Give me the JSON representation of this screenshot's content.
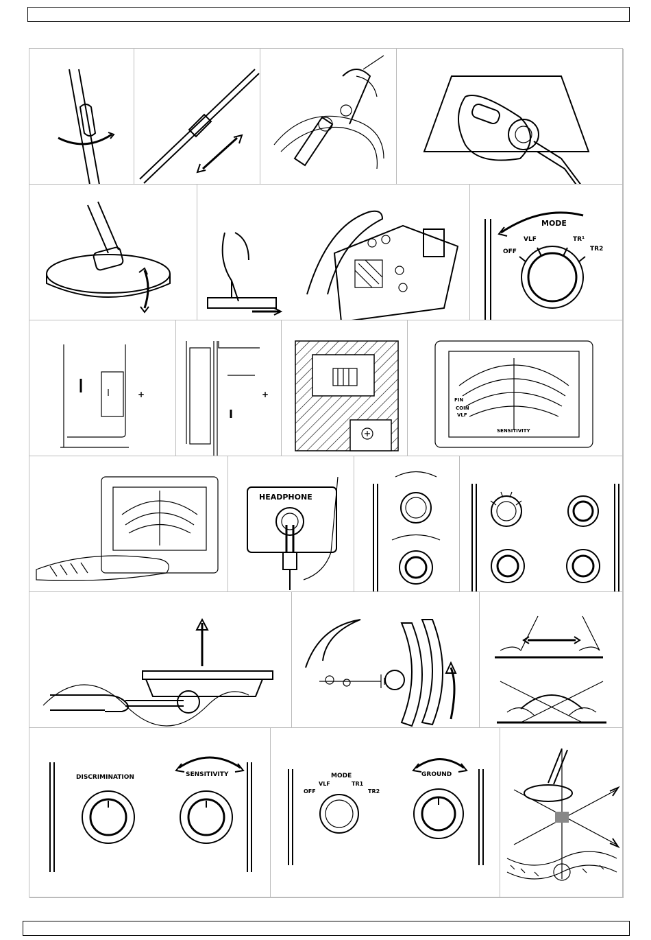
{
  "labels": {
    "mode": "MODE",
    "off": "OFF",
    "vlf": "VLF",
    "tr1": "TR¹",
    "tr2": "TR2",
    "headphone": "HEADPHONE",
    "fin": "FIN",
    "coin": "COIN",
    "vlf_scale": "VLF",
    "sensitivity": "SENSITIVITY",
    "discrimination": "DISCRIMINATION",
    "sensitivity2": "SENSITIVITY",
    "mode2": "MODE",
    "ground": "GROUND",
    "off2": "OFF",
    "vlf2": "VLF",
    "tr1_2": "TR1",
    "tr2_2": "TR2"
  }
}
